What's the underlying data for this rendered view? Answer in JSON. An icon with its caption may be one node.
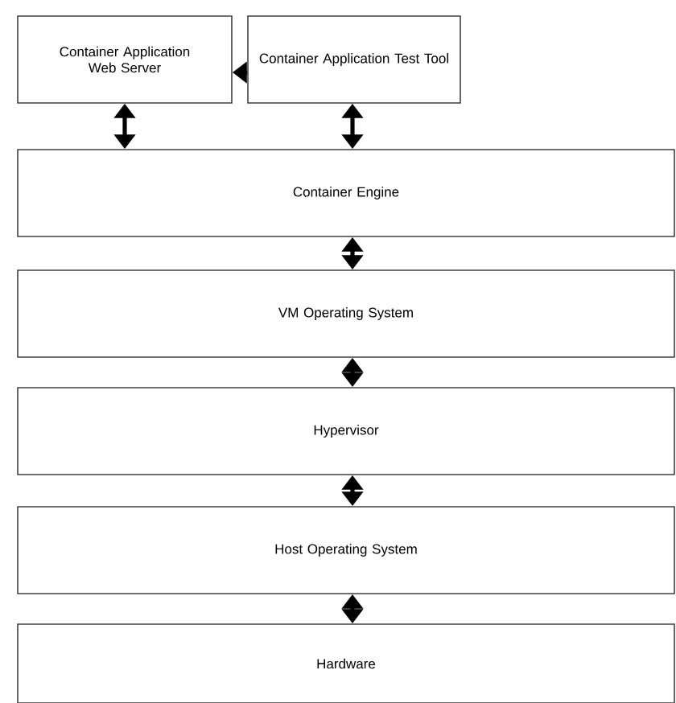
{
  "diagram": {
    "nodes": [
      {
        "text": [
          "Container Application Web Server"
        ]
      },
      {
        "text": [
          "Container Application Test Tool"
        ]
      },
      {
        "text": [
          "Container Engine"
        ]
      },
      {
        "text": [
          "VM Operating System"
        ]
      },
      {
        "text": [
          "Hypervisor"
        ]
      },
      {
        "text": [
          "Host Operating System"
        ]
      },
      {
        "text": [
          "Hardware"
        ]
      }
    ],
    "edges": [
      {
        "from": 1,
        "to": 0,
        "arrow": "to"
      },
      {
        "from": 0,
        "to": 2,
        "arrow": "both"
      },
      {
        "from": 1,
        "to": 2,
        "arrow": "both"
      },
      {
        "from": 2,
        "to": 3,
        "arrow": "both"
      },
      {
        "from": 3,
        "to": 4,
        "arrow": "both"
      },
      {
        "from": 4,
        "to": 5,
        "arrow": "both"
      },
      {
        "from": 5,
        "to": 6,
        "arrow": "both"
      }
    ]
  }
}
